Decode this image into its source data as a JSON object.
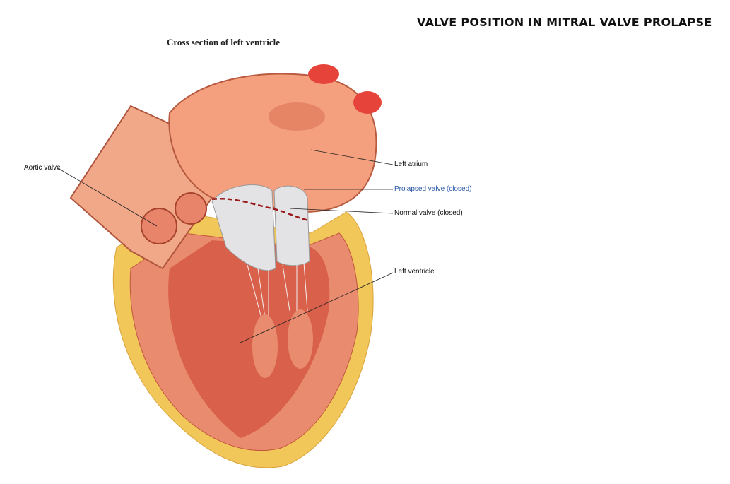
{
  "title": "VALVE POSITION IN MITRAL VALVE PROLAPSE",
  "subtitle": "Cross section of left ventricle",
  "labels": {
    "aortic_valve": "Aortic valve",
    "left_atrium": "Left atrium",
    "prolapsed_valve": "Prolapsed valve (closed)",
    "normal_valve": "Normal valve (closed)",
    "left_ventricle": "Left ventricle"
  },
  "colors": {
    "prolapsed_label": "#2a5aa8",
    "dashed_line": "#9a1c1c"
  }
}
